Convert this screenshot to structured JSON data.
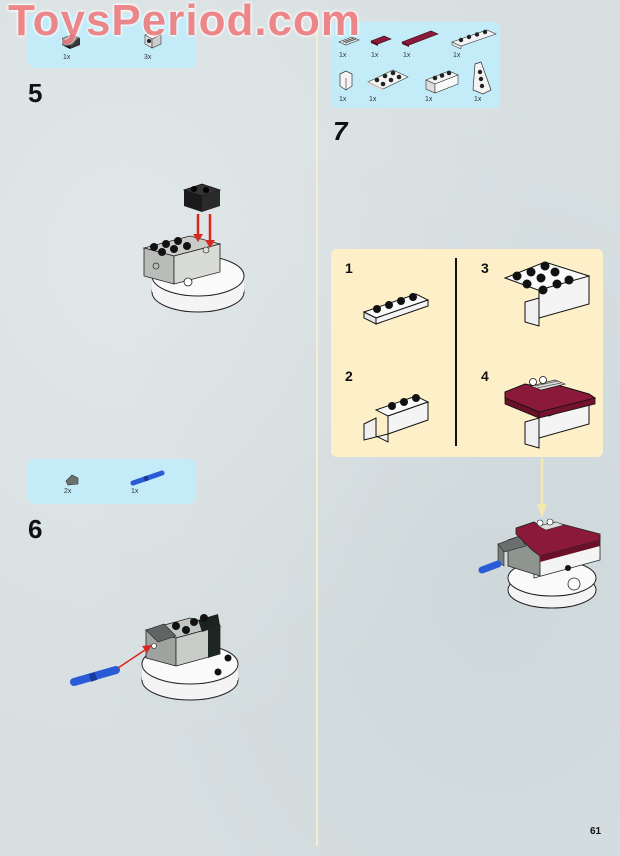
{
  "watermark": "ToysPeriod.com",
  "page_number": "61",
  "colors": {
    "background": "#d7dfe1",
    "parts_callout": "#c3ecf8",
    "subassembly_callout": "#fdefc7",
    "brick_dark_red": "#8b1a3a",
    "brick_blue": "#2a5bd7",
    "arrow_red": "#d9261f",
    "arrow_cream": "#f6e6b0"
  },
  "steps": [
    {
      "number": "5",
      "parts": [
        {
          "icon": "black-technic-brick-1x2-icon",
          "qty": "1x"
        },
        {
          "icon": "white-technic-brick-1x1-icon",
          "qty": "3x"
        }
      ]
    },
    {
      "number": "6",
      "parts": [
        {
          "icon": "dark-gray-slope-icon",
          "qty": "2x"
        },
        {
          "icon": "blue-technic-pin-icon",
          "qty": "1x"
        }
      ]
    },
    {
      "number": "7",
      "parts": [
        {
          "icon": "white-grille-tile-icon",
          "qty": "1x"
        },
        {
          "icon": "dark-red-tile-1x2-icon",
          "qty": "1x"
        },
        {
          "icon": "dark-red-tile-1x4-icon",
          "qty": "1x"
        },
        {
          "icon": "white-plate-1x4-icon",
          "qty": "1x"
        },
        {
          "icon": "white-bracket-icon",
          "qty": "1x"
        },
        {
          "icon": "white-plate-2x3-icon",
          "qty": "1x"
        },
        {
          "icon": "white-brick-1x3-icon",
          "qty": "1x"
        },
        {
          "icon": "white-wedge-plate-icon",
          "qty": "1x"
        }
      ],
      "subassembly_steps": [
        "1",
        "2",
        "3",
        "4"
      ]
    }
  ]
}
